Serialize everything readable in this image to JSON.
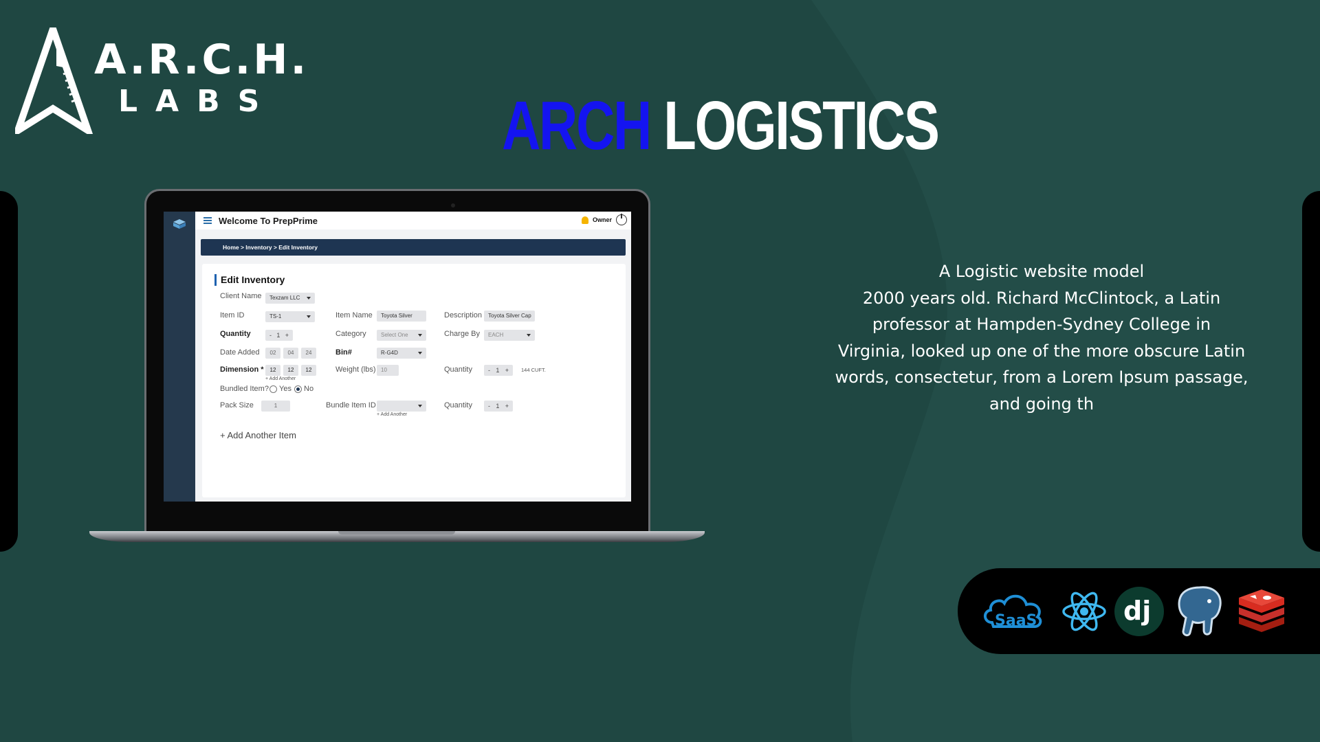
{
  "brand": {
    "line1": "A.R.C.H.",
    "line2": "LABS"
  },
  "headline": {
    "accent": "ARCH",
    "rest": "LOGISTICS",
    "accent_color": "#1414f0"
  },
  "app": {
    "title": "Welcome To PrepPrime",
    "user_label": "Owner",
    "breadcrumb": "Home > Inventory > Edit Inventory",
    "card_title": "Edit Inventory",
    "icons": [
      "menu-icon",
      "bell-icon",
      "power-icon",
      "app-logo-icon"
    ],
    "form": {
      "client_name": {
        "label": "Client Name",
        "value": "Texzam LLC"
      },
      "item_id": {
        "label": "Item ID",
        "value": "TS-1"
      },
      "item_name": {
        "label": "Item Name",
        "value": "Toyota Silver"
      },
      "description": {
        "label": "Description",
        "value": "Toyota Silver Cap"
      },
      "quantity": {
        "label": "Quantity",
        "value": "1",
        "minus": "-",
        "plus": "+"
      },
      "category": {
        "label": "Category",
        "placeholder": "Select One"
      },
      "charge_by": {
        "label": "Charge By",
        "value": "EACH"
      },
      "date_added": {
        "label": "Date Added",
        "month": "02",
        "day": "04",
        "year": "24"
      },
      "bin": {
        "label": "Bin#",
        "value": "R-G4D"
      },
      "dimension": {
        "label": "Dimension *",
        "l": "12",
        "w": "12",
        "h": "12",
        "add_another": "+ Add Another"
      },
      "weight": {
        "label": "Weight (lbs)",
        "value": "10"
      },
      "quantity2": {
        "label": "Quantity",
        "value": "1",
        "unit": "144 CUFT."
      },
      "bundled": {
        "label": "Bundled Item?",
        "yes": "Yes",
        "no": "No",
        "selected": "No"
      },
      "pack_size": {
        "label": "Pack Size",
        "value": "1"
      },
      "bundle_item_id": {
        "label": "Bundle Item ID",
        "value": "",
        "add_another": "+ Add Another"
      },
      "quantity3": {
        "label": "Quantity",
        "value": "1"
      },
      "add_item": "+ Add Another Item"
    }
  },
  "description": {
    "lines": [
      "A Logistic website model",
      "2000 years old. Richard McClintock, a Latin",
      "professor at Hampden-Sydney College in",
      "Virginia, looked up one of the more obscure Latin",
      "words, consectetur, from a Lorem Ipsum passage,",
      "and going th"
    ]
  },
  "tech_stack": {
    "saas_label": "SaaS",
    "django_label": "dj",
    "icons": [
      "saas-cloud-icon",
      "react-icon",
      "django-icon",
      "postgresql-icon",
      "redis-icon"
    ]
  },
  "colors": {
    "background": "#1f4742",
    "sidebar": "#25394d",
    "breadcrumb": "#1e3552"
  }
}
